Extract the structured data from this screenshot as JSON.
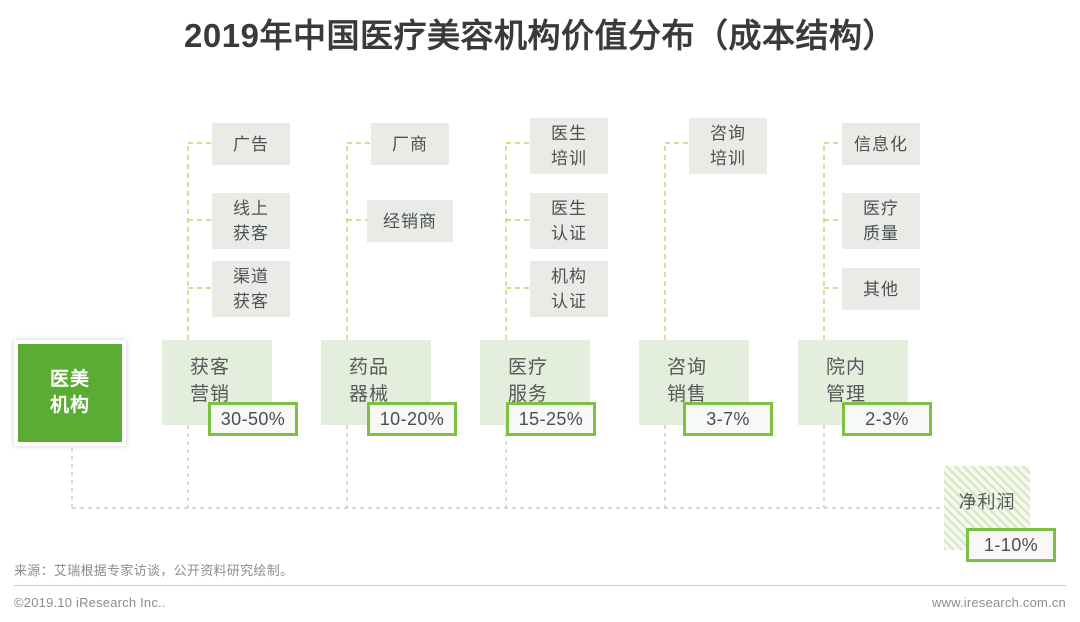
{
  "title": "2019年中国医疗美容机构价值分布（成本结构）",
  "root": {
    "label_line1": "医美",
    "label_line2": "机构",
    "color": "#5aac34"
  },
  "colors": {
    "root_green": "#5aac34",
    "category_bg": "#e3eedd",
    "subitem_bg": "#e9ece6",
    "badge_border": "#7cc143",
    "branch_line": "#cbce7a",
    "bottom_line": "#c5cec5",
    "text": "#55595a",
    "title_text": "#3a3a3a"
  },
  "columns": [
    {
      "category_line1": "获客",
      "category_line2": "营销",
      "percent": "30-50%",
      "subitems": [
        "广告",
        "线上\n获客",
        "渠道\n获客"
      ]
    },
    {
      "category_line1": "药品",
      "category_line2": "器械",
      "percent": "10-20%",
      "subitems": [
        "厂商",
        "经销商"
      ]
    },
    {
      "category_line1": "医疗",
      "category_line2": "服务",
      "percent": "15-25%",
      "subitems": [
        "医生\n培训",
        "医生\n认证",
        "机构\n认证"
      ]
    },
    {
      "category_line1": "咨询",
      "category_line2": "销售",
      "percent": "3-7%",
      "subitems": [
        "咨询\n培训"
      ]
    },
    {
      "category_line1": "院内",
      "category_line2": "管理",
      "percent": "2-3%",
      "subitems": [
        "信息化",
        "医疗\n质量",
        "其他"
      ]
    }
  ],
  "profit": {
    "label": "净利润",
    "percent": "1-10%"
  },
  "footer": {
    "source": "来源：艾瑞根据专家访谈，公开资料研究绘制。",
    "copyright": "©2019.10 iResearch Inc..",
    "website": "www.iresearch.com.cn"
  }
}
